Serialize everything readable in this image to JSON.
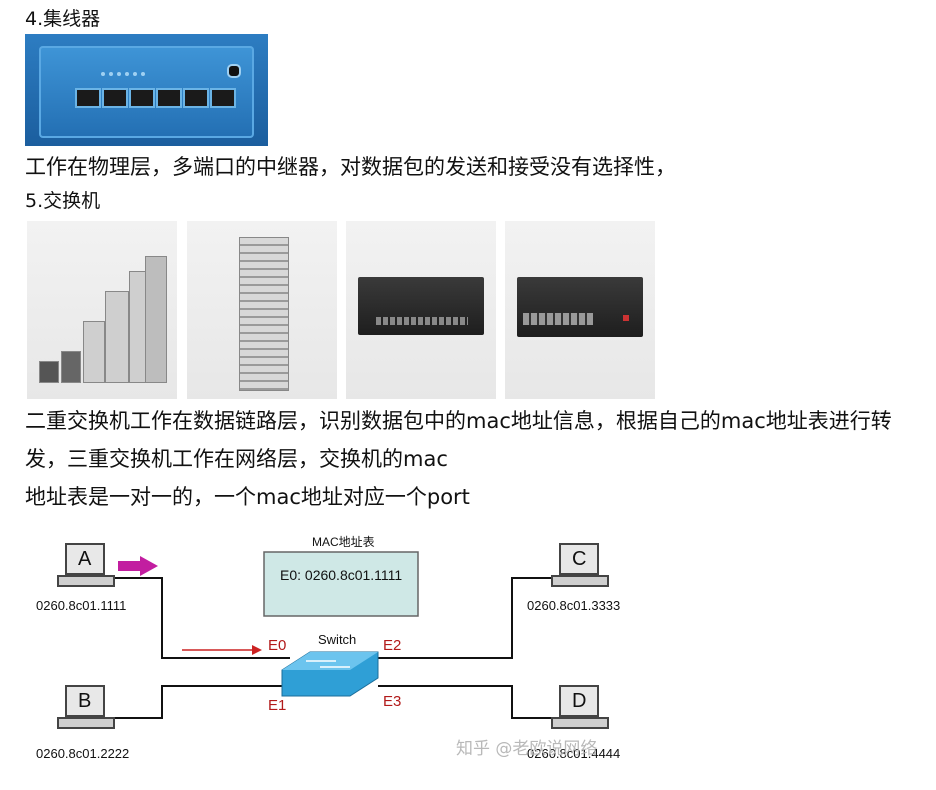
{
  "sections": {
    "hub": {
      "heading": "4.集线器",
      "desc": "工作在物理层，多端口的中继器，对数据包的发送和接受没有选择性，"
    },
    "switch": {
      "heading": "5.交换机",
      "desc_line1": "二重交换机工作在数据链路层，识别数据包中的mac地址信息，根据自己的mac地址表进行转",
      "desc_line2": "发，三重交换机工作在网络层，交换机的mac",
      "desc_line3": "地址表是一对一的，一个mac地址对应一个port"
    }
  },
  "diagram": {
    "table_title": "MAC地址表",
    "table_entry": "E0: 0260.8c01.1111",
    "switch_label": "Switch",
    "hosts": [
      {
        "letter": "A",
        "mac": "0260.8c01.1111"
      },
      {
        "letter": "B",
        "mac": "0260.8c01.2222"
      },
      {
        "letter": "C",
        "mac": "0260.8c01.3333"
      },
      {
        "letter": "D",
        "mac": "0260.8c01.4444"
      }
    ],
    "ports": {
      "e0": "E0",
      "e1": "E1",
      "e2": "E2",
      "e3": "E3"
    },
    "watermark": "知乎 @老欧说网络"
  },
  "colors": {
    "hub_blue": "#2a78bf",
    "table_fill": "#cfe8e6",
    "switch_blue": "#2f9fd6",
    "port_label_red": "#b21a1a",
    "arrow_magenta": "#c21ea0"
  }
}
